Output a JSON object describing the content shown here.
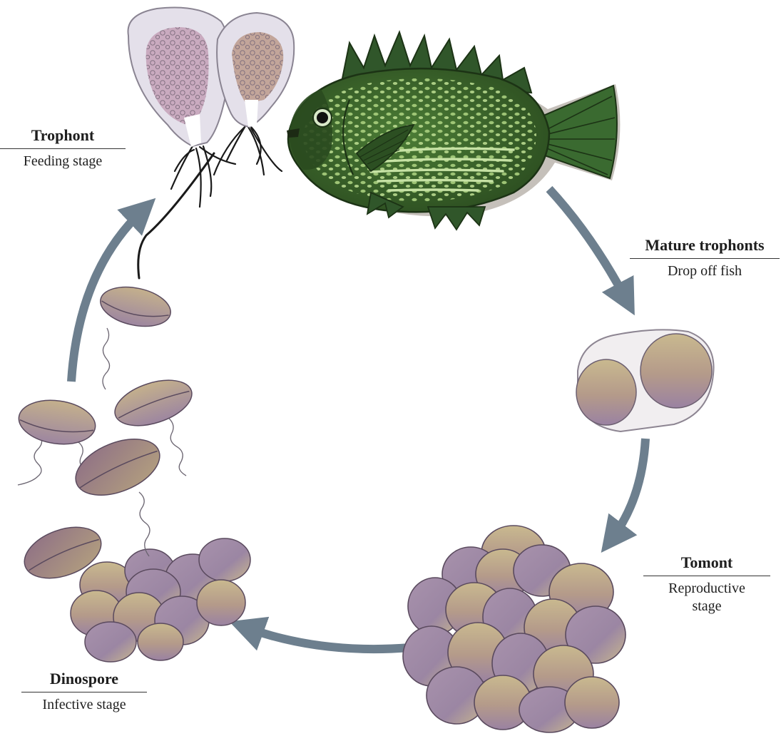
{
  "labels": {
    "trophont": {
      "name": "Trophont",
      "desc": "Feeding stage"
    },
    "mature": {
      "name": "Mature trophonts",
      "desc": "Drop off fish"
    },
    "tomont": {
      "name": "Tomont",
      "desc": "Reproductive\nstage"
    },
    "dinospore": {
      "name": "Dinospore",
      "desc": "Infective stage"
    }
  },
  "colors": {
    "arrow": "#6d7f8e",
    "fish_body": "#3d6a2c",
    "fish_dark": "#243f1a",
    "fish_spots": "#a9cf7e",
    "cell_tan": "#c2ad86",
    "cell_purple": "#a48aa8",
    "cell_outline": "#5a4a5e"
  }
}
